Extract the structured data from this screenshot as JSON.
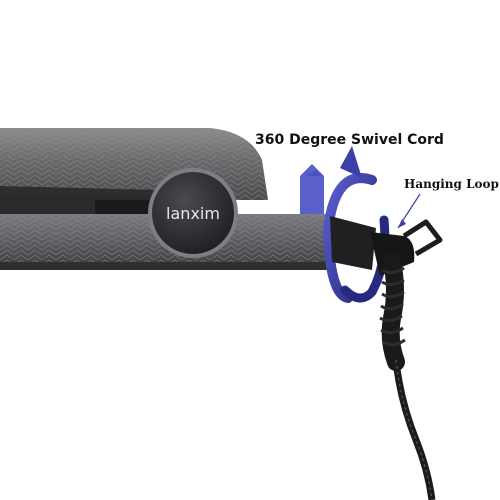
{
  "product": {
    "brand_logo": "lanxim"
  },
  "annotations": {
    "swivel_cord": "360 Degree Swivel Cord",
    "hanging_loop": "Hanging Loop"
  },
  "colors": {
    "background": "#ffffff",
    "body": "#6e6e70",
    "body_dark": "#3f3f42",
    "logo_disc": "#2f2f33",
    "arrow": "#3b3fa8",
    "cord": "#1d1d1f"
  }
}
